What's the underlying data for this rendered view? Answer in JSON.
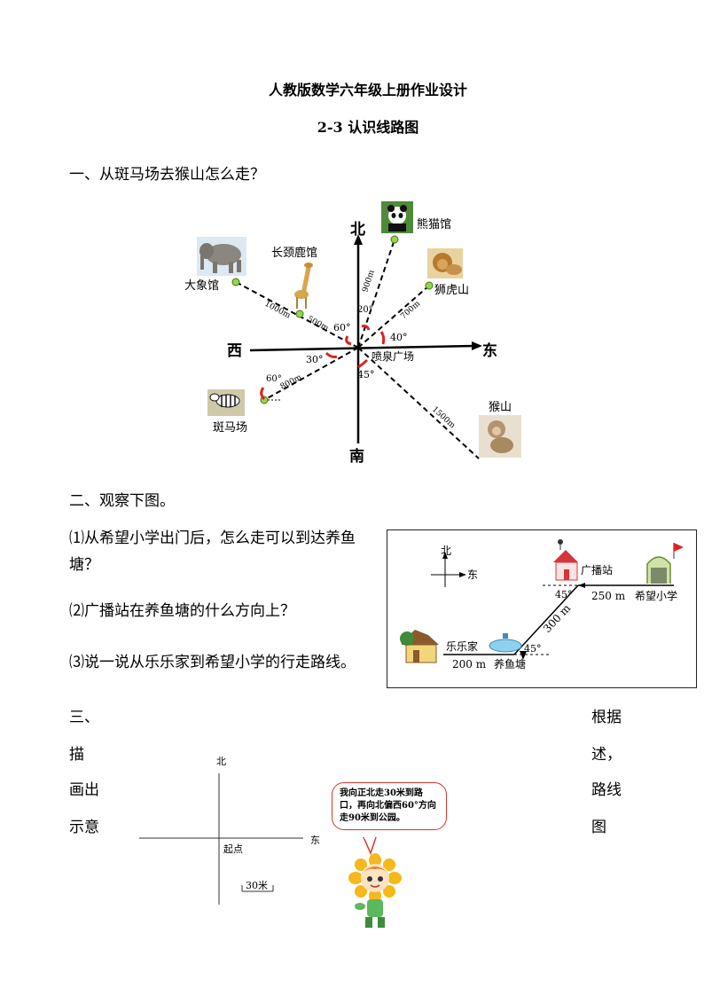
{
  "header": {
    "title": "人教版数学六年级上册作业设计",
    "subtitle": "2-3 认识线路图"
  },
  "section1": {
    "heading": "一、从斑马场去猴山怎么走？",
    "directions": {
      "north": "北",
      "south": "南",
      "east": "东",
      "west": "西"
    },
    "places": {
      "panda": "熊猫馆",
      "giraffe": "长颈鹿馆",
      "elephant": "大象馆",
      "tiger": "狮虎山",
      "fountain": "喷泉广场",
      "zebra": "斑马场",
      "monkey": "猴山"
    },
    "distances": {
      "elephant_far": "1000m",
      "giraffe_seg": "500m",
      "panda": "900m",
      "tiger": "700m",
      "zebra": "800m",
      "monkey": "1500m"
    },
    "angles": {
      "a60": "60°",
      "a20": "20°",
      "a40": "40°",
      "a30": "30°",
      "a45": "45°",
      "zebra60": "60°"
    }
  },
  "section2": {
    "heading": "二、观察下图。",
    "questions": [
      "⑴从希望小学出门后，怎么走可以到达养鱼塘？",
      "⑵广播站在养鱼塘的什么方向上？",
      "⑶说一说从乐乐家到希望小学的行走路线。"
    ],
    "map": {
      "north": "北",
      "east": "东",
      "broadcast": "广播站",
      "school": "希望小学",
      "home": "乐乐家",
      "pond": "养鱼塘",
      "d250": "250 m",
      "d300": "300 m",
      "d200": "200 m",
      "ang45a": "45°",
      "ang45b": "45°"
    }
  },
  "section3": {
    "left_col": [
      "三、",
      "描",
      "画出",
      "示意"
    ],
    "right_col": [
      "根据",
      "述，",
      "路线",
      "图"
    ],
    "axis_north": "北",
    "axis_east": "东",
    "origin": "起点",
    "scale": "30米",
    "bubble": "我向正北走30米到路口，再向北偏西60°方向走90米到公园。"
  }
}
